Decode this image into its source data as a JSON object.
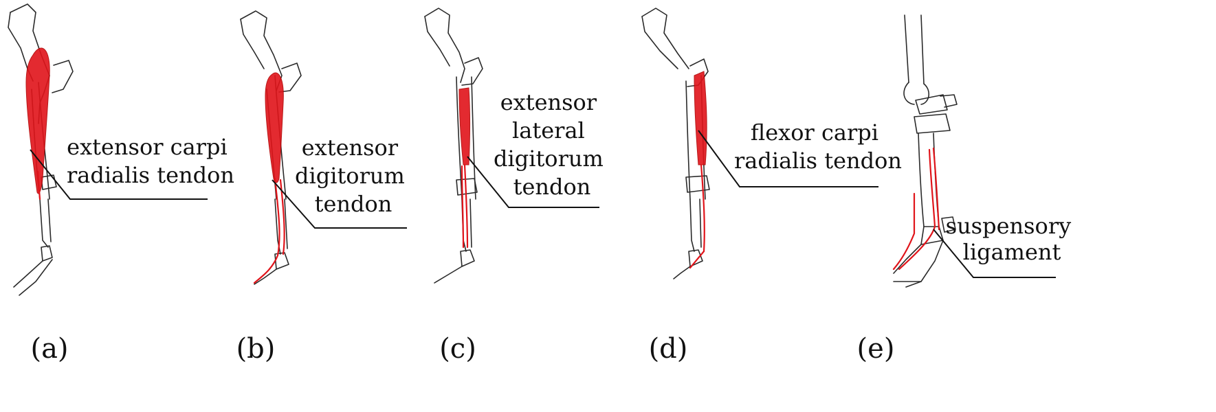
{
  "panels": [
    {
      "tag": "(a)",
      "label_lines": [
        "extensor carpi",
        "radialis tendon"
      ]
    },
    {
      "tag": "(b)",
      "label_lines": [
        "extensor",
        "digitorum",
        "tendon"
      ]
    },
    {
      "tag": "(c)",
      "label_lines": [
        "extensor",
        "lateral",
        "digitorum",
        "tendon"
      ]
    },
    {
      "tag": "(d)",
      "label_lines": [
        "flexor carpi",
        "radialis tendon"
      ]
    },
    {
      "tag": "(e)",
      "label_lines": [
        "suspensory",
        "ligament"
      ]
    }
  ],
  "colors": {
    "tissue": "#e0141a",
    "bone_outline": "#2a2a2a",
    "text": "#111111"
  }
}
